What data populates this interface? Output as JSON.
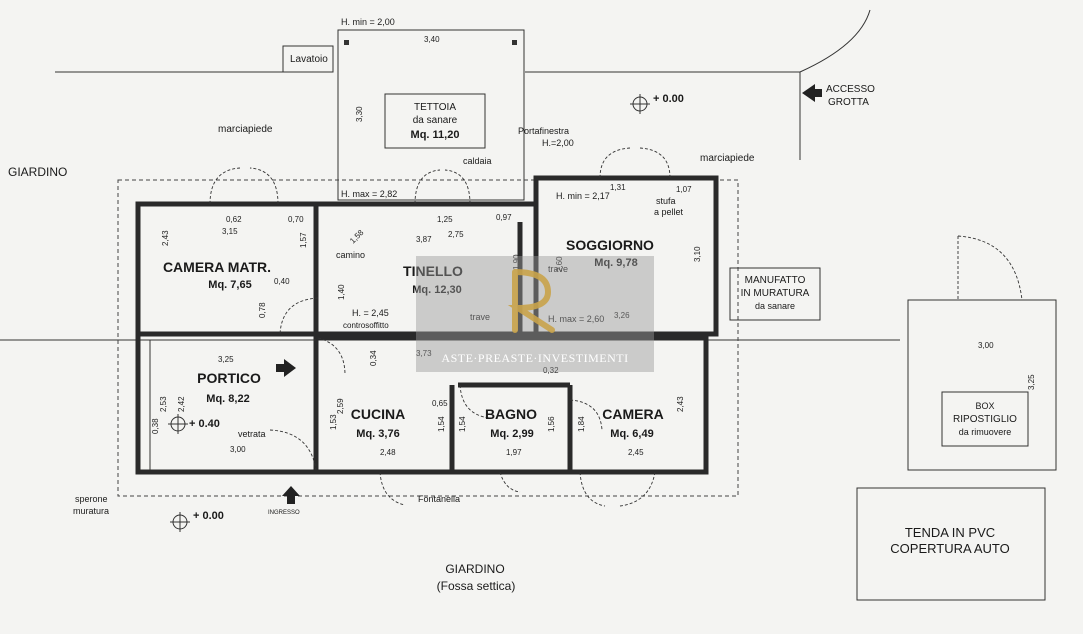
{
  "rooms": {
    "camera_matr": {
      "name": "CAMERA MATR.",
      "area": "Mq. 7,65"
    },
    "tinello": {
      "name": "TINELLO",
      "area": "Mq. 12,30"
    },
    "soggiorno": {
      "name": "SOGGIORNO",
      "area": "Mq. 9,78"
    },
    "portico": {
      "name": "PORTICO",
      "area": "Mq. 8,22"
    },
    "cucina": {
      "name": "CUCINA",
      "area": "Mq. 3,76"
    },
    "bagno": {
      "name": "BAGNO",
      "area": "Mq. 2,99"
    },
    "camera": {
      "name": "CAMERA",
      "area": "Mq. 6,49"
    },
    "tettoia": {
      "name": "TETTOIA",
      "note": "da sanare",
      "area": "Mq. 11,20"
    }
  },
  "labels": {
    "giardino_left": "GIARDINO",
    "giardino_bottom": "GIARDINO",
    "fossa_settica": "(Fossa settica)",
    "marciapiede_left": "marciapiede",
    "marciapiede_right": "marciapiede",
    "lavatoio": "Lavatoio",
    "accesso": "ACCESSO",
    "grotta": "GROTTA",
    "quota_top": "+ 0.00",
    "quota_portico": "+ 0.40",
    "quota_bottom": "+ 0.00",
    "h_min_top": "H. min = 2,00",
    "h_max_282": "H. max = 2,82",
    "h_min_217": "H. min = 2,17",
    "h_max_260": "H. max = 2,60",
    "h_245": "H. = 2,45",
    "controsoffitto": "controsoffitto",
    "portafinestra": "Portafinestra",
    "h_200": "H.=2,00",
    "caldaia": "caldaia",
    "stufa": "stufa",
    "a_pellet": "a pellet",
    "camino": "camino",
    "trave_1": "trave",
    "trave_2": "trave",
    "vetrata": "vetrata",
    "ingresso": "INGRESSO",
    "fontanella": "Fontanella",
    "sperone": "sperone",
    "muratura": "muratura",
    "manufatto_1": "MANUFATTO",
    "manufatto_2": "IN MURATURA",
    "manufatto_3": "da sanare",
    "box_1": "BOX",
    "box_2": "RIPOSTIGLIO",
    "box_3": "da rimuovere",
    "tenda_1": "TENDA IN PVC",
    "tenda_2": "COPERTURA AUTO"
  },
  "dims": {
    "d340": "3,40",
    "d330": "3,30",
    "d315": "3,15",
    "d062": "0,62",
    "d070": "0,70",
    "d125": "1,25",
    "d097": "0,97",
    "d131": "1,31",
    "d107": "1,07",
    "d243a": "2,43",
    "d157": "1,57",
    "d387": "3,87",
    "d275": "2,75",
    "d190": "1,90",
    "d040": "0,40",
    "d140": "1,40",
    "d078": "0,78",
    "d260": "2,60",
    "d310": "3,10",
    "d326": "3,26",
    "d325": "3,25",
    "d373": "3,73",
    "d032": "0,32",
    "d253": "2,53",
    "d242": "2,42",
    "d038": "0,38",
    "d300a": "3,00",
    "d034": "0,34",
    "d259": "2,59",
    "d153": "1,53",
    "d065": "0,65",
    "d154a": "1,54",
    "d154b": "1,54",
    "d156": "1,56",
    "d184": "1,84",
    "d243b": "2,43",
    "d248": "2,48",
    "d197": "1,97",
    "d245": "2,45",
    "d300b": "3,00",
    "d325b": "3,25",
    "d158": "1,58"
  },
  "watermark": {
    "text": "ASTE·PREASTE·INVESTIMENTI"
  },
  "colors": {
    "wall": "#2a2a2a",
    "paper": "#f4f4f2",
    "watermark_gold": "#c9a34a",
    "watermark_bg": "#9a9a9a"
  }
}
